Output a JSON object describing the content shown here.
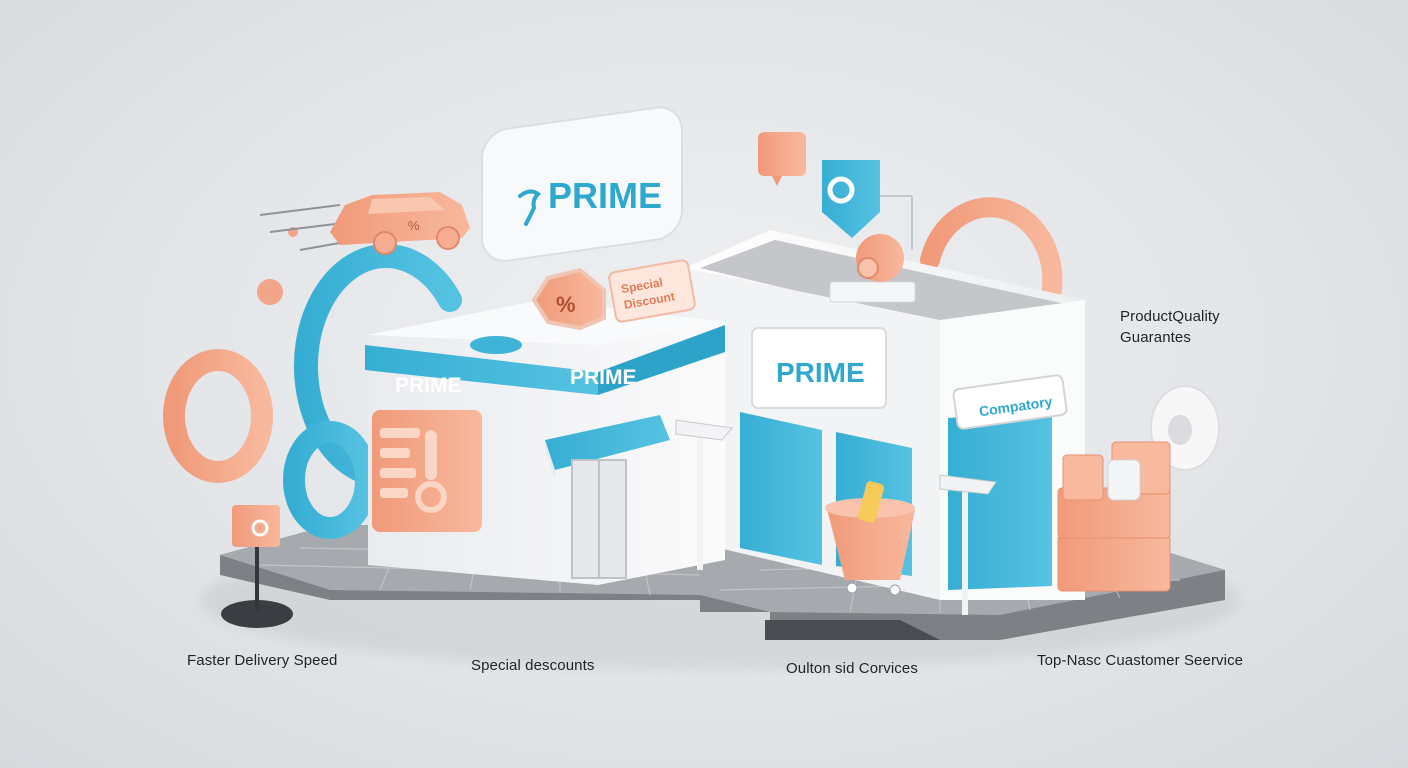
{
  "colors": {
    "accent_blue": "#3fb4d6",
    "accent_coral": "#f4a484",
    "wall_white": "#f5f6f7",
    "pavement": "#8a8d92",
    "background": "#e3e5e8"
  },
  "signs": {
    "floating_logo": "PRIME",
    "left_banner": "PRIME",
    "center_banner": "PRIME",
    "right_wall_sign": "PRIME",
    "company_sign": "Compatory",
    "discount_tag_symbol": "%",
    "discount_tag_text_line1": "Special",
    "discount_tag_text_line2": "Discount",
    "car_badge": "%"
  },
  "icons": [
    "delivery-car-icon",
    "discount-badge-icon",
    "location-pin-icon",
    "shopping-cart-icon",
    "package-stack-icon",
    "signpost-icon"
  ],
  "captions": {
    "faster_delivery": "Faster Delivery Speed",
    "special_discounts": "Special descounts",
    "outlet_services": "Oulton sid Corvices",
    "customer_service": "Top-Nasc Cuastomer Seervice",
    "quality_line1": "ProductQuality",
    "quality_line2": "Guarantes"
  }
}
